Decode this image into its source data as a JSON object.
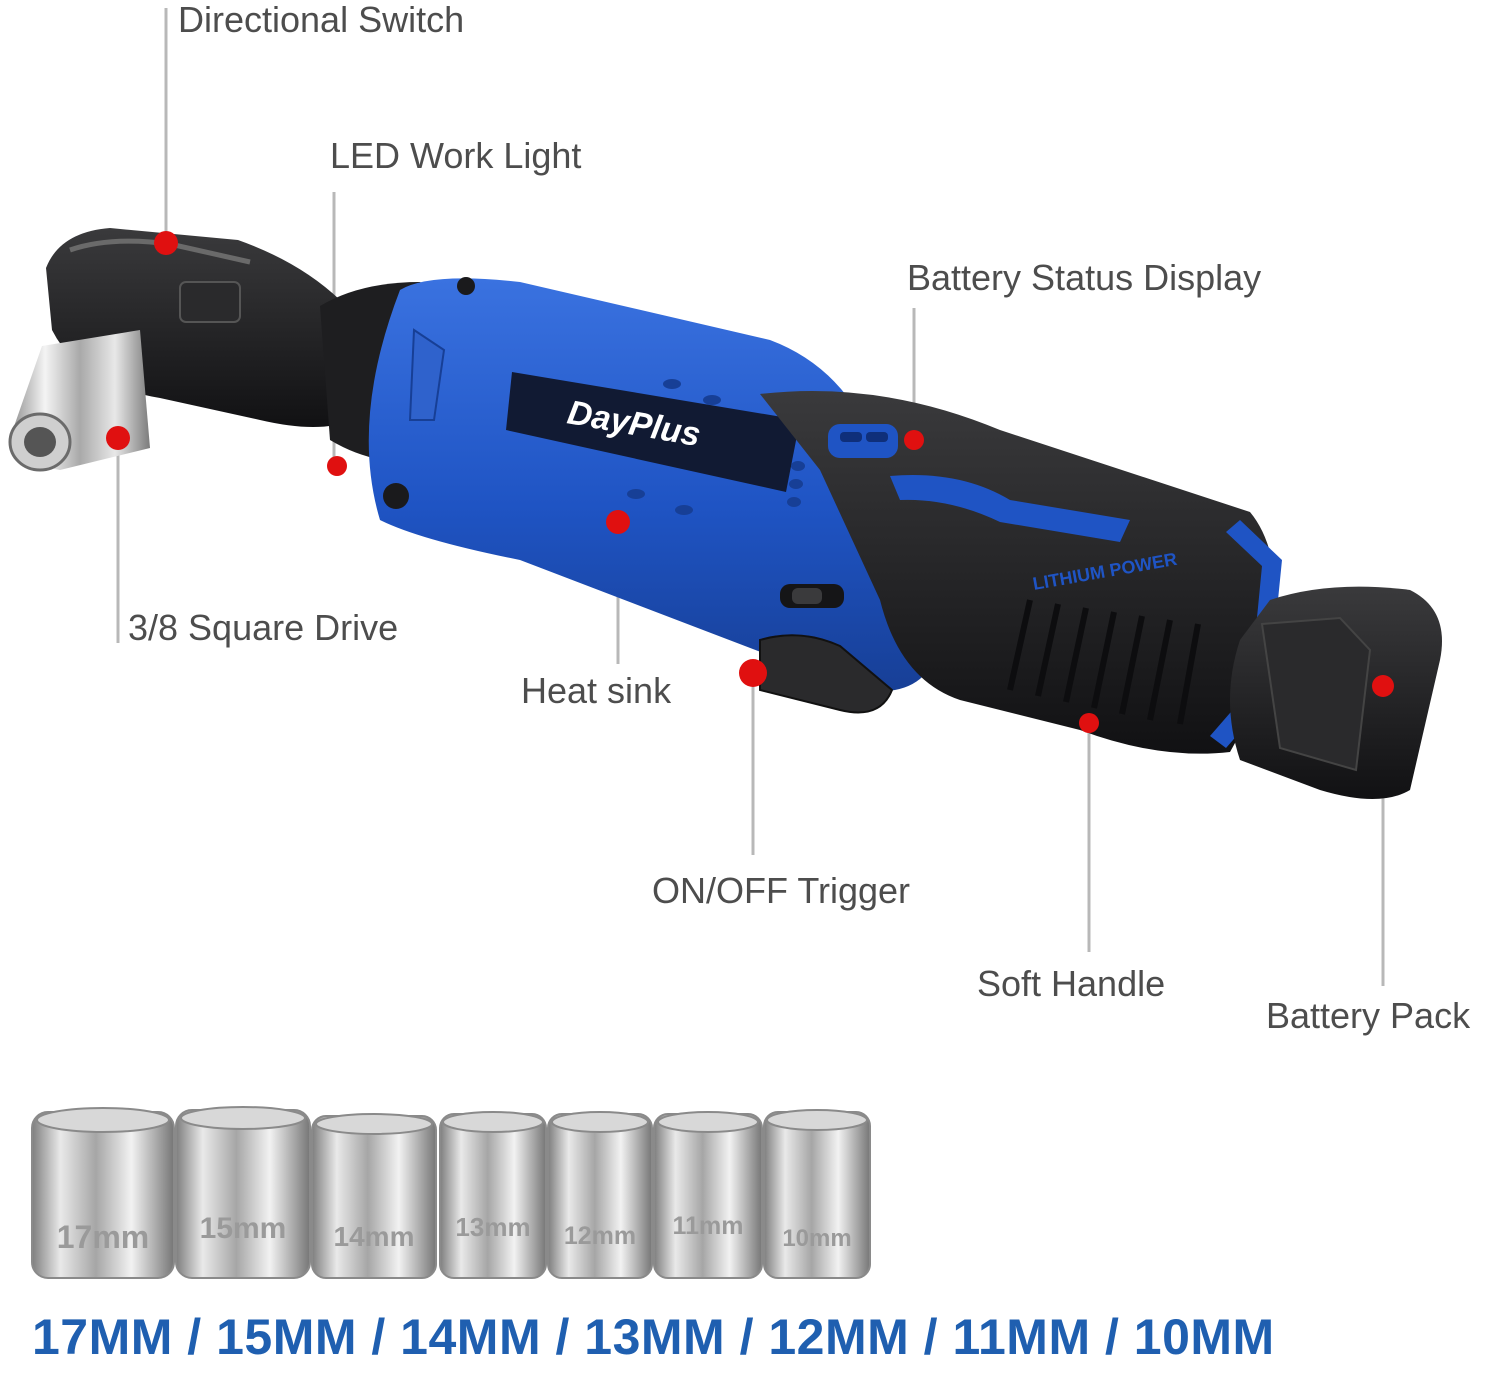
{
  "callouts": {
    "directional_switch": "Directional Switch",
    "led_work_light": "LED Work Light",
    "battery_status_display": "Battery Status Display",
    "square_drive": "3/8 Square Drive",
    "heat_sink": "Heat sink",
    "on_off_trigger": "ON/OFF Trigger",
    "soft_handle": "Soft Handle",
    "battery_pack": "Battery Pack"
  },
  "brand": {
    "logo_text": "DayPlus",
    "battery_text": "LITHIUM POWER"
  },
  "sockets": {
    "stamps": [
      "17mm",
      "15mm",
      "14mm",
      "13mm",
      "12mm",
      "11mm",
      "10mm"
    ],
    "caption": "17MM / 15MM / 14MM / 13MM / 12MM / 11MM / 10MM"
  },
  "colors": {
    "tool_blue": "#1f54c4",
    "tool_black": "#1c1c1e",
    "marker_red": "#e01010",
    "label_gray": "#4d4d4d",
    "caption_blue": "#1f5fb0",
    "leader_gray": "#b8b8b8"
  }
}
